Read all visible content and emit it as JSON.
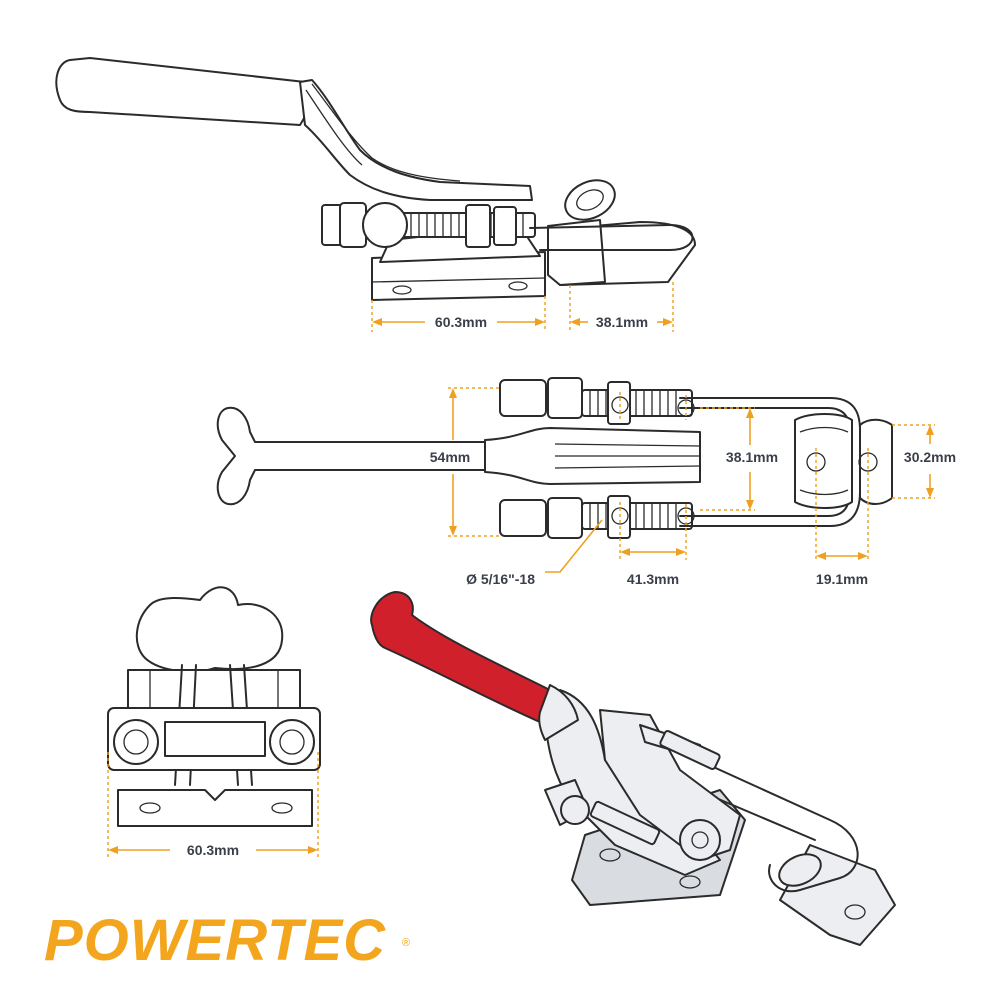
{
  "dimensions": {
    "side_base_width": "60.3mm",
    "side_hook_width": "38.1mm",
    "top_overall_width": "54mm",
    "top_loop_width": "38.1mm",
    "top_catch_width": "30.2mm",
    "thread_size": "Ø 5/16\"-18",
    "stud_spacing": "41.3mm",
    "catch_hole_spacing": "19.1mm",
    "front_base_width": "60.3mm"
  },
  "brand": {
    "logo_text": "POWERTEC",
    "registered_mark": "®",
    "logo_color": "#f2a51d"
  },
  "colors": {
    "dimension_line": "#f0a020",
    "handle_grip": "#d0202c",
    "outline": "#2b2b2b"
  }
}
